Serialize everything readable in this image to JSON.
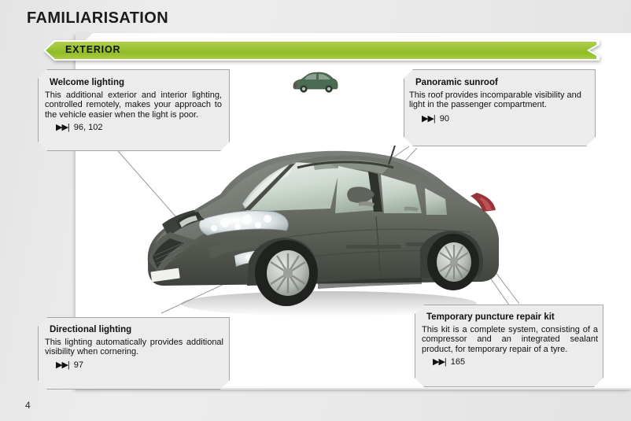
{
  "header": {
    "title": "FAMILIARISATION"
  },
  "banner": {
    "label": "EXTERIOR",
    "color": "#9dc53a"
  },
  "callouts": [
    {
      "id": "welcome-lighting",
      "title": "Welcome lighting",
      "body": "This additional exterior and interior lighting, controlled remotely, makes your approach to the vehicle easier when the light is poor.",
      "ref_icon": "▶▶|",
      "ref": "96, 102"
    },
    {
      "id": "panoramic-sunroof",
      "title": "Panoramic sunroof",
      "body": "This roof provides incomparable visibility and light in the passenger compartment.",
      "ref_icon": "▶▶|",
      "ref": "90"
    },
    {
      "id": "directional-lighting",
      "title": "Directional lighting",
      "body": "This lighting automatically provides additional visibility when cornering.",
      "ref_icon": "▶▶|",
      "ref": "97"
    },
    {
      "id": "temporary-puncture-repair-kit",
      "title": "Temporary puncture repair kit",
      "body": "This kit is a complete system, consisting of a compressor and an integrated sealant product, for temporary repair of a tyre.",
      "ref_icon": "▶▶|",
      "ref": "165"
    }
  ],
  "figure": {
    "car_photo_name": "peugeot-308-three-quarter-front-view",
    "car_icon_name": "small-car-side-icon",
    "car_body_color": "#6a6e68",
    "car_icon_color": "#4a6b52"
  },
  "footer": {
    "page_number": "4"
  }
}
